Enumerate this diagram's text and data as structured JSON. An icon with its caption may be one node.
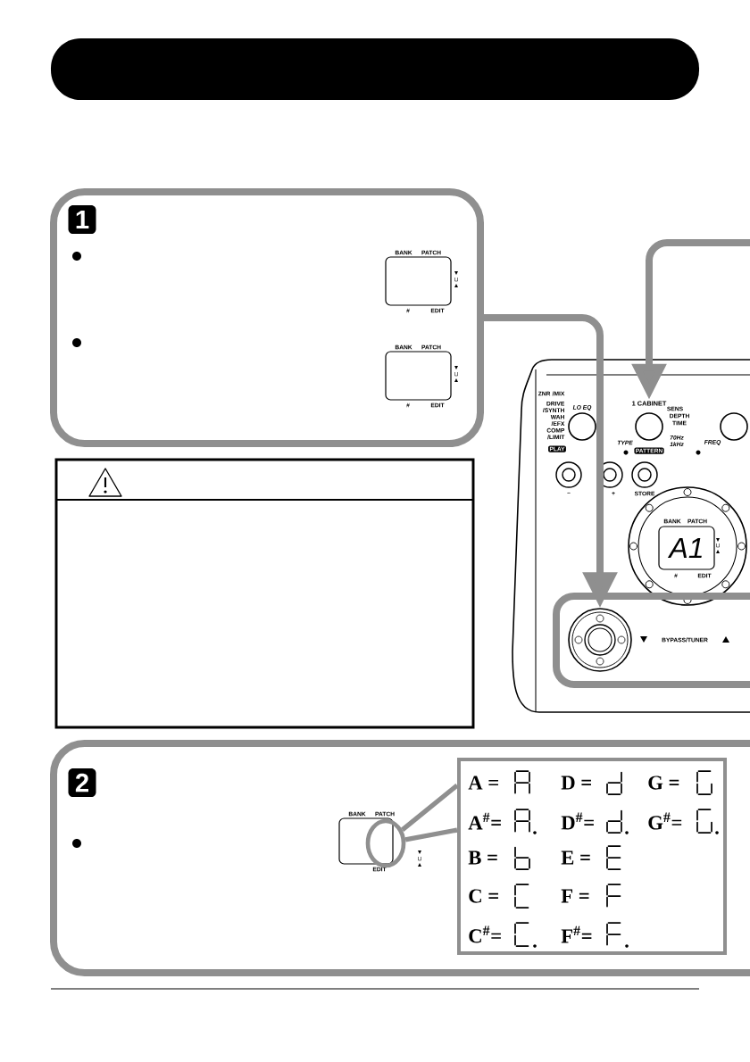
{
  "diagram": {
    "nodes": [
      {
        "text": [],
        "shape": "box"
      },
      {
        "text": [
          "1"
        ]
      },
      {
        "text": [
          "BANK",
          "PATCH",
          "#",
          "EDIT"
        ],
        "in": 1
      },
      {
        "text": [
          "BANK",
          "PATCH",
          "#",
          "EDIT"
        ],
        "in": 1
      },
      {
        "text": [
          "1 CABINET"
        ]
      },
      {
        "text": [],
        "shape": "box"
      },
      {
        "text": [],
        "shape": "circle",
        "in": 5
      },
      {
        "text": [
          "2"
        ]
      },
      {
        "text": [
          "BANK",
          "PATCH",
          "EDIT"
        ],
        "in": 7
      },
      {
        "text": [],
        "shape": "circle",
        "in": 7
      },
      {
        "text": [
          "A =",
          "D =",
          "G =",
          "A$^{#}$=",
          "D$^{#}$=",
          "G$^{#}$=",
          "B =",
          "E =",
          "C =",
          "F =",
          "C$^{#}$=",
          "F$^{#}$="
        ],
        "in": 7
      }
    ],
    "edges": [
      {
        "from": 1,
        "to": 6,
        "arrow": "to"
      },
      {
        "from": null,
        "to": 4,
        "arrow": "to"
      },
      {
        "from": 9,
        "to": 10,
        "arrow": "none"
      }
    ],
    "labels": [
      "ZNR /MIX",
      "LO EQ",
      "DRIVE /SYNTH",
      "WAH /EFX",
      "COMP /LIMIT",
      "PLAY",
      "SENS",
      "DEPTH",
      "TIME",
      "TYPE",
      "70Hz 1kHz",
      "PATTERN",
      "FREQ",
      "–",
      "+",
      "STORE",
      "BANK",
      "PATCH",
      "A1",
      "#",
      "EDIT",
      "BYPASS/TUNER"
    ]
  }
}
